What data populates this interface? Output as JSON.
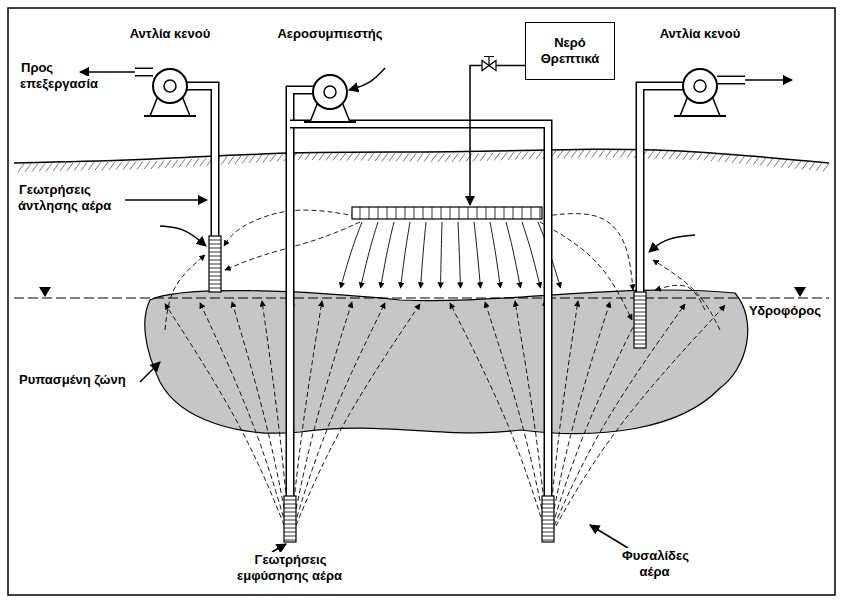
{
  "diagram": {
    "nodes": [
      {
        "text": [
          "Νερό Θρεπτικά"
        ]
      }
    ],
    "labels": [
      "Αντλία κενού",
      "Προς επεξεργασία",
      "Αεροσυμπιεστής",
      "Αντλία κενού",
      "Γεωτρήσεις άντλησης αέρα",
      "Υδροφόρος",
      "Ρυπασμένη ζώνη",
      "Γεωτρήσεις εμφύσησης αέρα",
      "Φυσαλίδες αέρα"
    ]
  }
}
